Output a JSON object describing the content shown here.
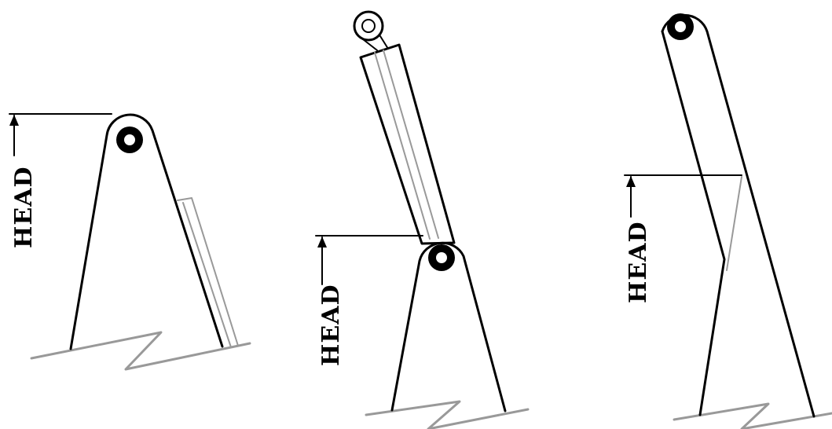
{
  "figure": {
    "panels": [
      {
        "label": "HEAD"
      },
      {
        "label": "HEAD"
      },
      {
        "label": "HEAD"
      }
    ]
  }
}
